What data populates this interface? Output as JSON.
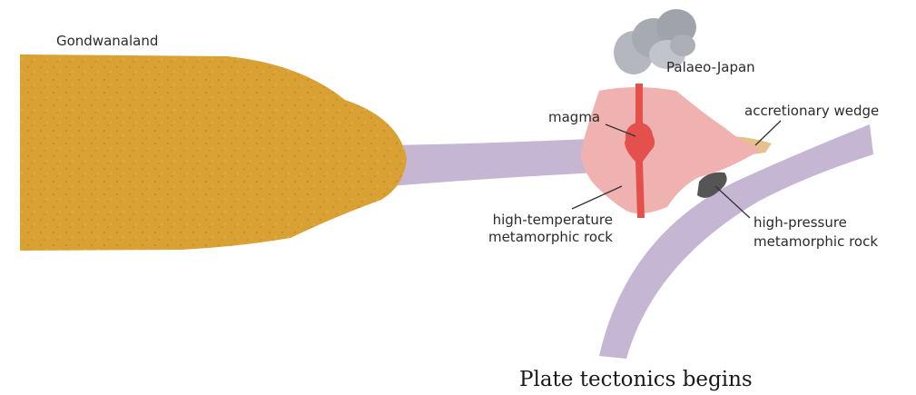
{
  "labels": {
    "gondwanaland": "Gondwanaland",
    "palaeo_japan": "Palaeo-Japan",
    "magma": "magma",
    "accretionary_wedge": "accretionary wedge",
    "high_temp_line1": "high-temperature",
    "high_temp_line2": "metamorphic rock",
    "high_pressure_line1": "high-pressure",
    "high_pressure_line2": "metamorphic rock"
  },
  "caption": "Plate tectonics begins",
  "colors": {
    "continent": "#d9a033",
    "continent_speckle": "#b97f1e",
    "plate": "#c5b6d3",
    "arc": "#efb2b0",
    "magma": "#e4504b",
    "wedge": "#e8c08c",
    "high_pressure_rock": "#555555",
    "cloud": "#b4b7bd",
    "leader_line": "#333333"
  }
}
